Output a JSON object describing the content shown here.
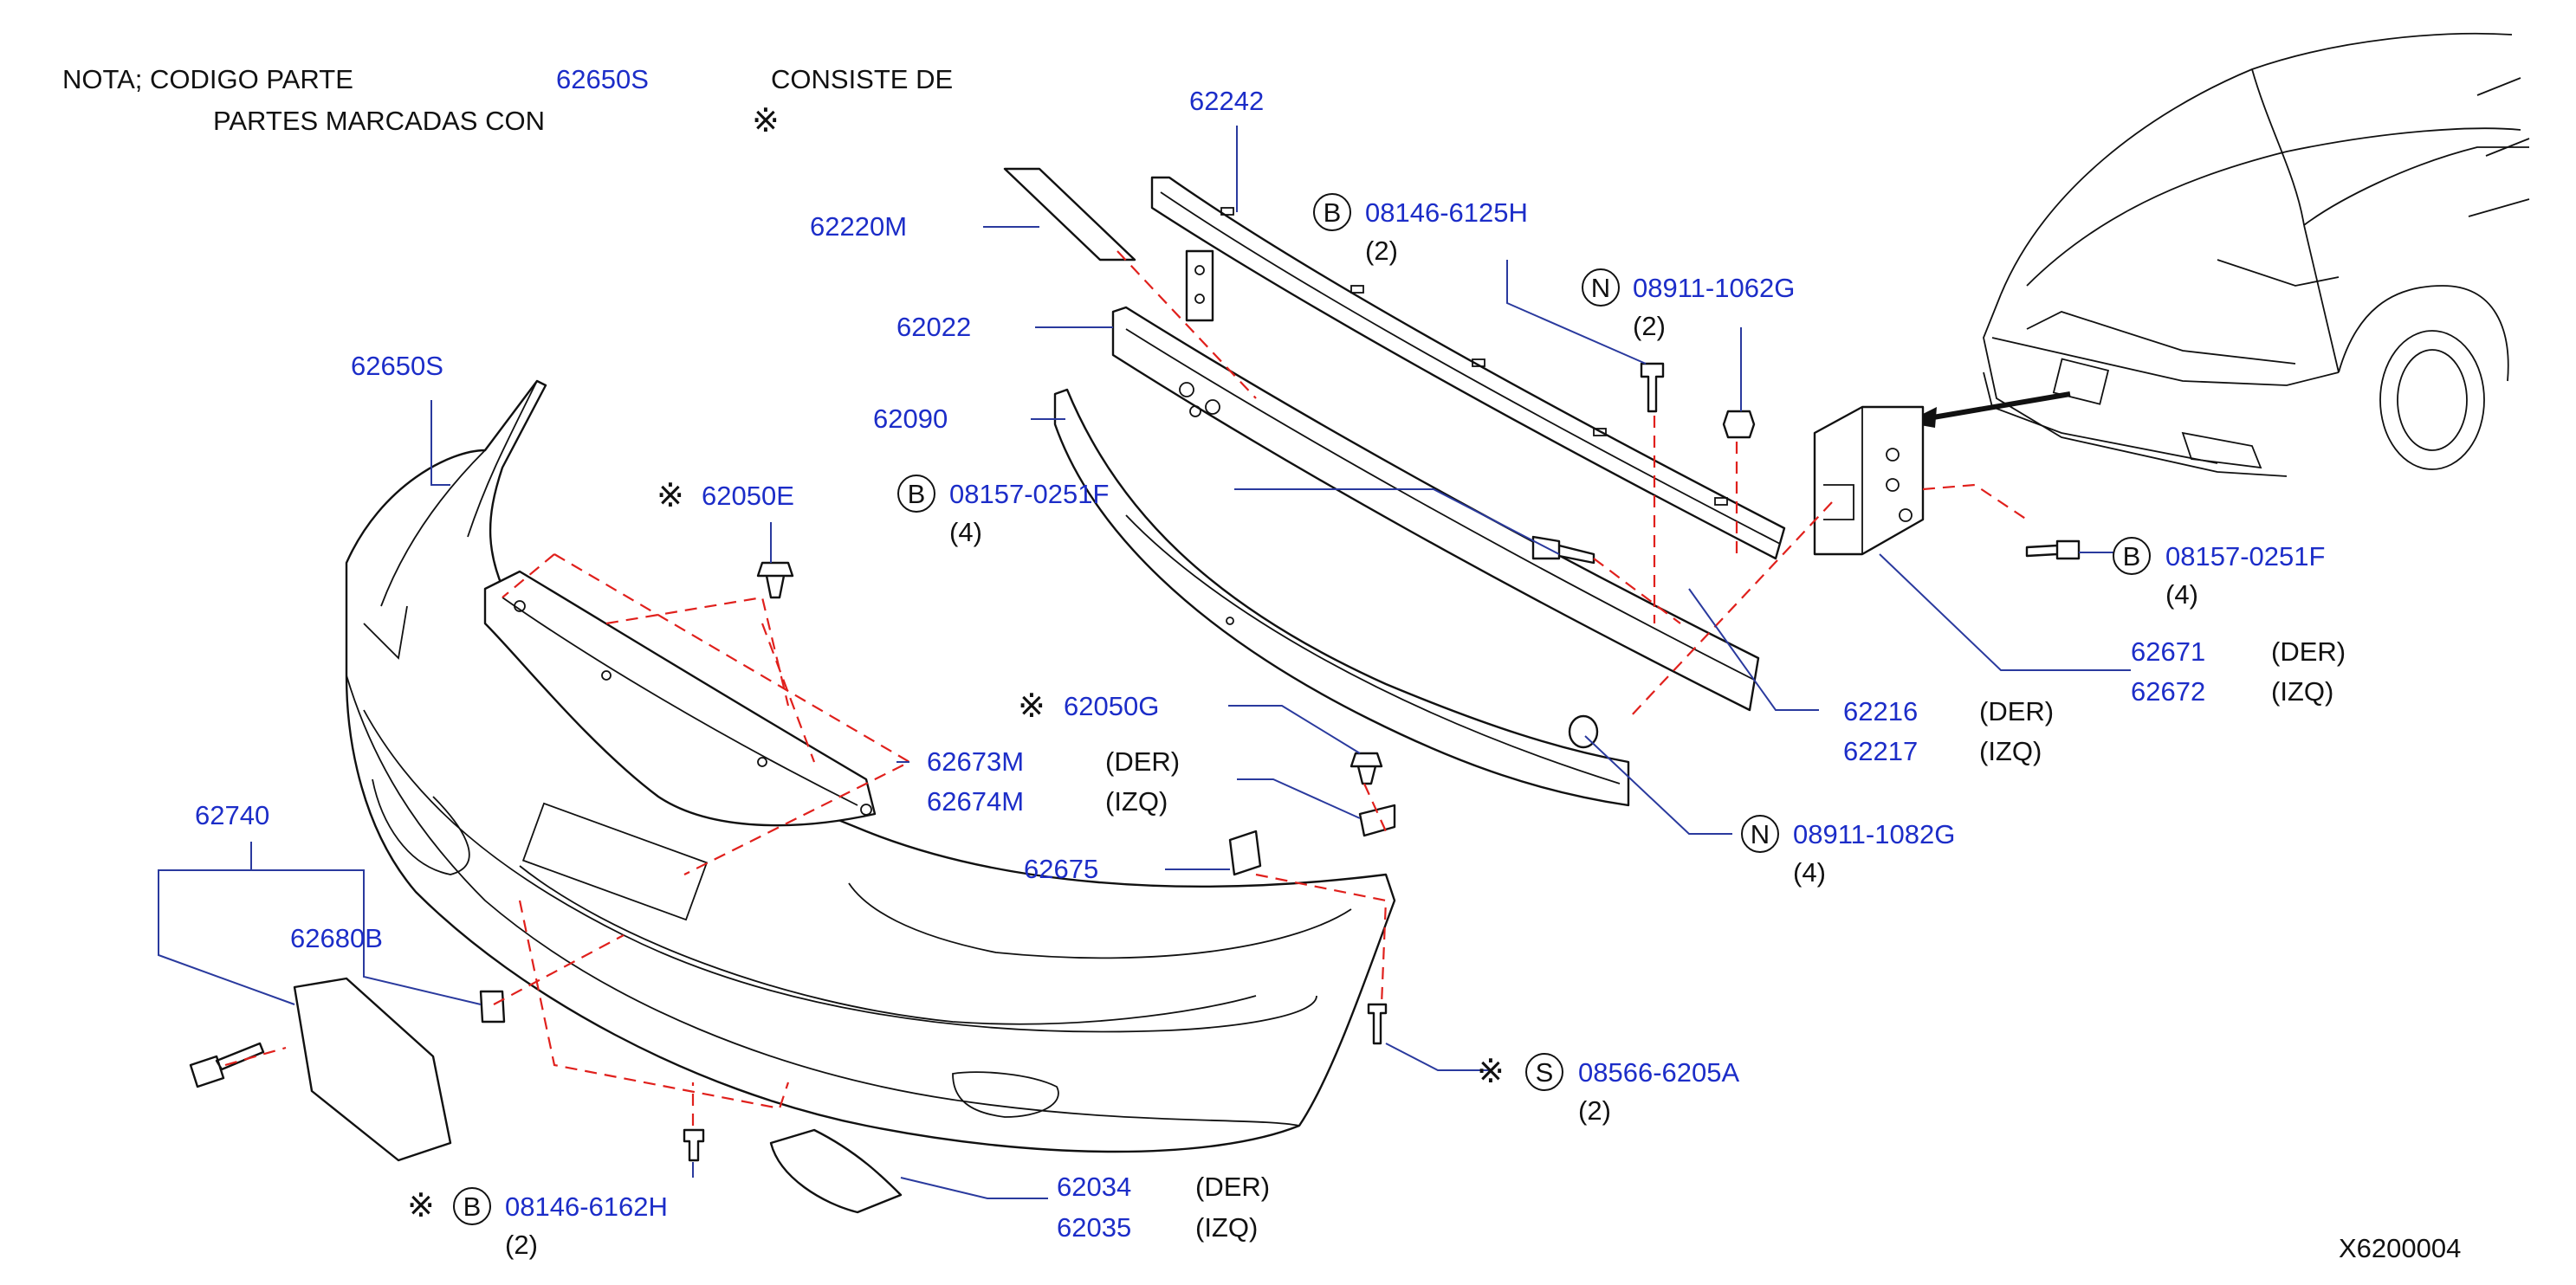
{
  "note": {
    "line1_prefix": "NOTA;   CODIGO   PARTE",
    "part_number": "62650S",
    "line1_suffix": "CONSISTE   DE",
    "line2": "PARTES   MARCADAS   CON",
    "mark": "※"
  },
  "figure_id": "X6200004",
  "colors": {
    "part_number": "#1c2dc8",
    "text": "#111111",
    "dashed_guide": "#e0201c",
    "leader": "#2a3a9e"
  },
  "labels": {
    "p62242": "62242",
    "p62220M": "62220M",
    "p62022": "62022",
    "p62090": "62090",
    "p62650S": "62650S",
    "p62050E": "62050E",
    "p62050G": "62050G",
    "p62673M": "62673M",
    "p62674M": "62674M",
    "p62675": "62675",
    "p62740": "62740",
    "p62680B": "62680B",
    "p62034": "62034",
    "p62035": "62035",
    "p62216": "62216",
    "p62217": "62217",
    "p62671": "62671",
    "p62672": "62672",
    "bolt_6125H": "08146-6125H",
    "nut_1062G": "08911-1062G",
    "bolt_0251F_left": "08157-0251F",
    "bolt_0251F_right": "08157-0251F",
    "nut_1082G": "08911-1082G",
    "screw_6205A": "08566-6205A",
    "bolt_6162H": "08146-6162H",
    "der": "(DER)",
    "izq": "(IZQ)",
    "qty2": "(2)",
    "qty4": "(4)",
    "letter_b": "B",
    "letter_n": "N",
    "letter_s": "S",
    "mark": "※"
  }
}
